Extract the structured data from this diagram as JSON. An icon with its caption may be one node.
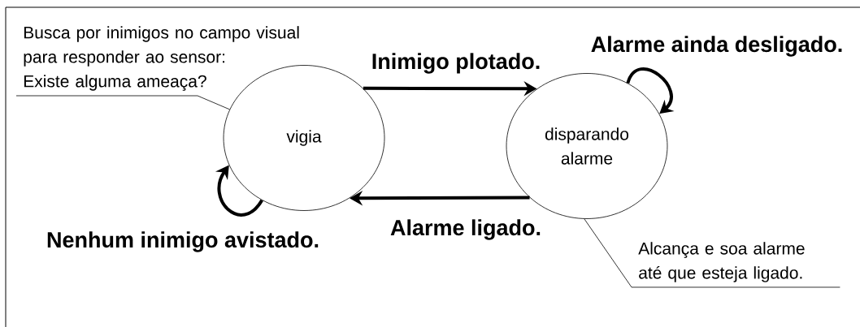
{
  "diagram": {
    "nodes": [
      {
        "text": [
          "Busca por inimigos no campo visual para responder ao sensor:",
          "Existe alguma ameaça?"
        ]
      },
      {
        "text": [
          "vigia"
        ]
      },
      {
        "text": [
          "disparando alarme"
        ]
      },
      {
        "text": [
          "Alcança e soa alarme até que esteja ligado."
        ]
      }
    ],
    "edges": [
      {
        "from": 0,
        "to": 1,
        "arrow": "none"
      },
      {
        "from": 1,
        "to": 2,
        "arrow": "to",
        "label": "Inimigo plotado."
      },
      {
        "from": 2,
        "to": 2,
        "arrow": "to",
        "label": "Alarme ainda desligado."
      },
      {
        "from": 2,
        "to": 1,
        "arrow": "to",
        "label": "Alarme ligado."
      },
      {
        "from": 1,
        "to": 1,
        "arrow": "to",
        "label": "Nenhum inimigo avistado."
      },
      {
        "from": 3,
        "to": 2,
        "arrow": "none"
      }
    ]
  }
}
